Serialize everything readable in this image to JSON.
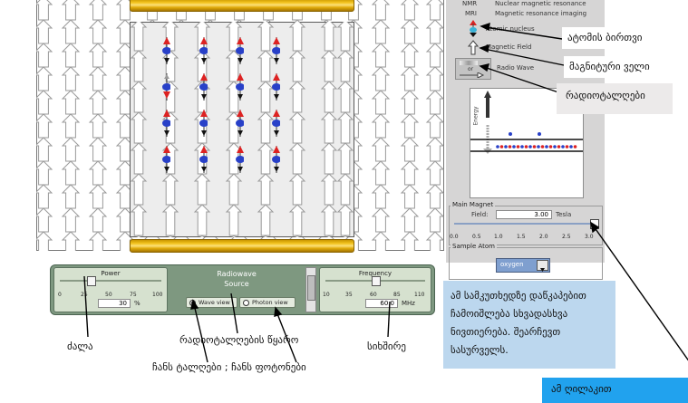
{
  "control_panel": {
    "power": {
      "label": "Power",
      "ticks": [
        "0",
        "25",
        "50",
        "75",
        "100"
      ],
      "value": "30",
      "unit": "%",
      "level": 0.3
    },
    "source_title_line1": "Radiowave",
    "source_title_line2": "Source",
    "wave_view": "Wave view",
    "photon_view": "Photon view",
    "frequency": {
      "label": "Frequency",
      "ticks": [
        "10",
        "35",
        "60",
        "85",
        "110"
      ],
      "value": "60.0",
      "unit": "MHz",
      "level": 0.5
    }
  },
  "legend": [
    {
      "key": "NMR",
      "text": "Nuclear magnetic resonance"
    },
    {
      "key": "MRI",
      "text": "Magnetic resonance imaging"
    },
    {
      "key": "",
      "text": "Atomic nucleus"
    },
    {
      "key": "",
      "text": "Magnetic Field"
    },
    {
      "key": "or",
      "text": "Radio Wave"
    }
  ],
  "energy_label": "Energy",
  "main_magnet": {
    "title": "Main Magnet",
    "field_label": "Field:",
    "field_value": "3.00",
    "field_unit": "Tesla",
    "ticks": [
      "0.0",
      "0.5",
      "1.0",
      "1.5",
      "2.0",
      "2.5",
      "3.0"
    ],
    "level": 1.0
  },
  "sample_atom": {
    "title": "Sample Atom",
    "selected": "oxygen"
  },
  "annotations": {
    "atomic_nucleus": "ატომის ბირთვი",
    "magnetic_field": "მაგნიტური ველი",
    "radio_waves": "რადიოტალღები",
    "dropdown_hint": "ამ სამკუთხედზე დაწკაპებით ჩამოიშლება სხვადასხვა ნივთიერება. შეარჩევთ სასურველს.",
    "this_slider": "ამ ღილაკით",
    "power": "ძალა",
    "source": "რადიოტალღების წყარო",
    "views": "ჩანს ტალღები ; ჩანს ფოტონები",
    "frequency": "სიხშირე"
  },
  "colors": {
    "accent_blue": "#bcd7ee",
    "callout_dark": "#21a2ee",
    "magnet_gold": "#e8b21a",
    "panel_green": "#7e9880"
  }
}
